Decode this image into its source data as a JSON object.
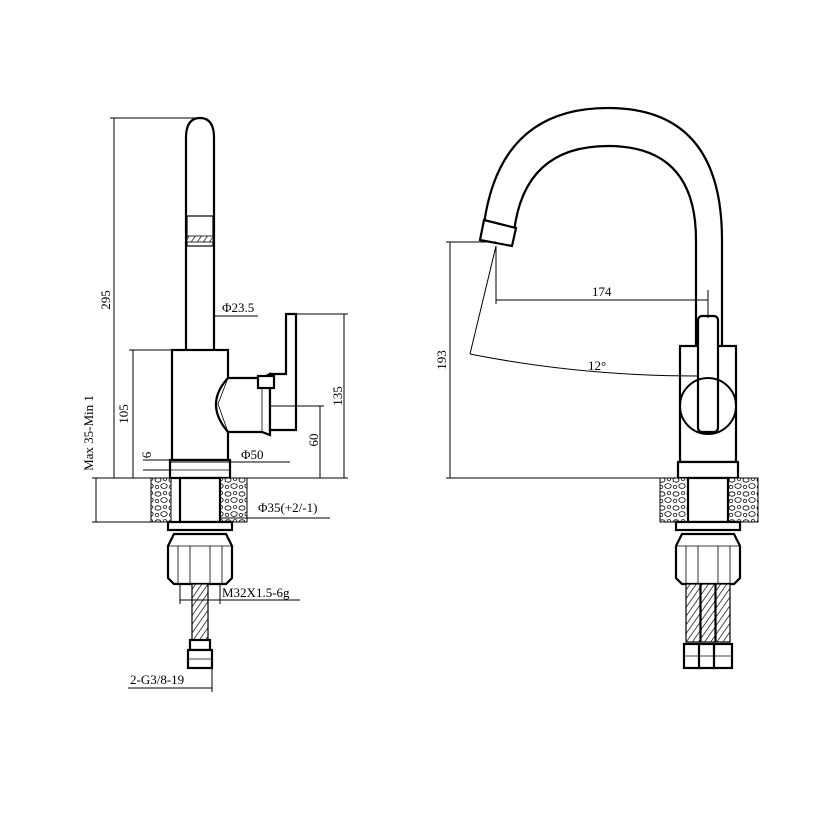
{
  "side_view": {
    "dims": {
      "height_total": "295",
      "body_height": "105",
      "handle_height": "135",
      "handle_offset": "60",
      "spout_dia": "Φ23.5",
      "base_dia": "Φ50",
      "base_gap": "6",
      "deck_thickness": "Max 35-Min 1",
      "hole_dia": "Φ35(+2/-1)",
      "thread": "M32X1.5-6g",
      "hose_fitting": "2-G3/8-19"
    }
  },
  "front_view": {
    "dims": {
      "reach": "174",
      "spout_height": "193",
      "swivel_angle": "12°"
    }
  }
}
